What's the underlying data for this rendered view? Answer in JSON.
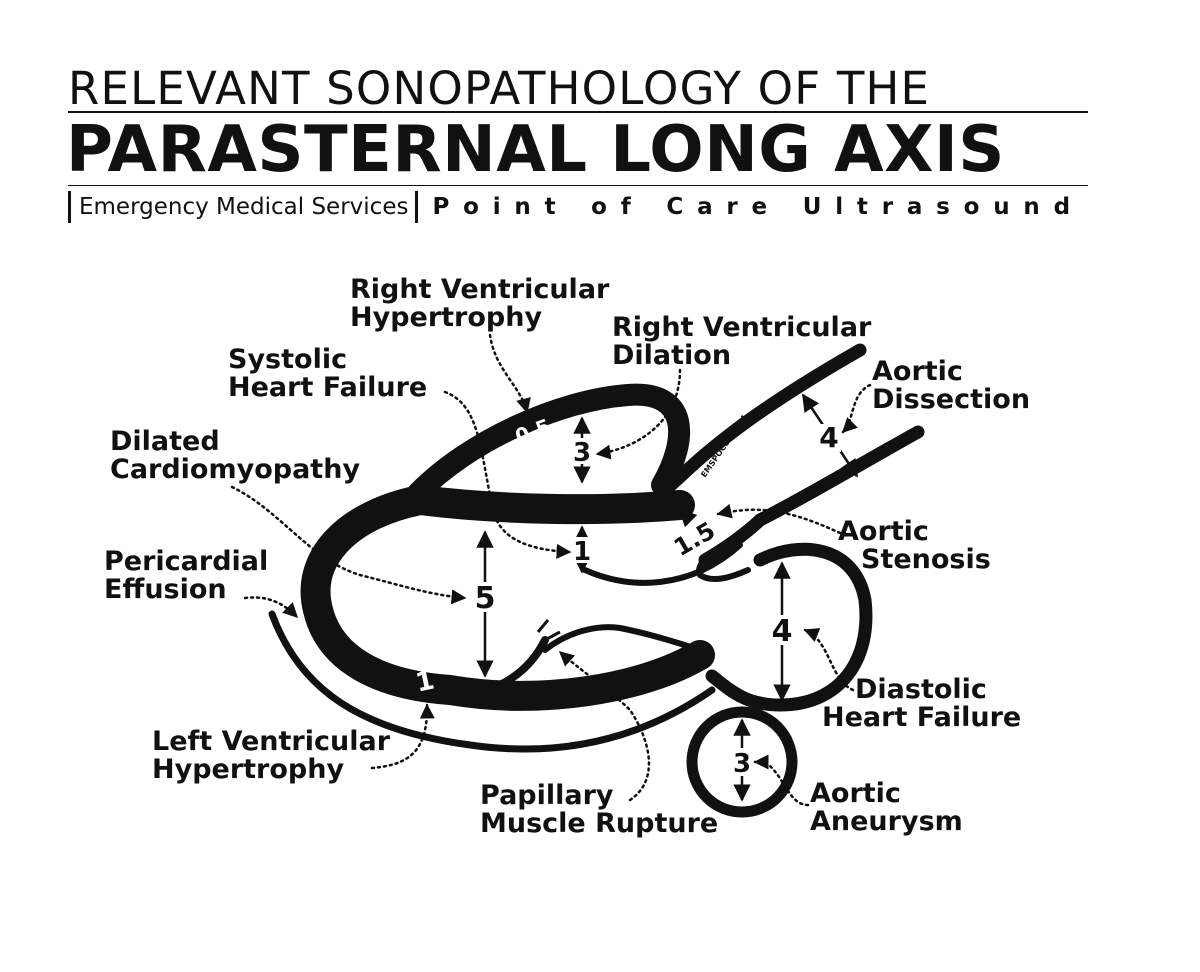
{
  "header": {
    "title_line1": "RELEVANT SONOPATHOLOGY OF THE",
    "title_line2": "PARASTERNAL LONG AXIS",
    "subtitle_left": "Emergency Medical Services",
    "subtitle_right": "Point of Care Ultrasound"
  },
  "labels": {
    "rv_hypertrophy_1": "Right Ventricular",
    "rv_hypertrophy_2": "Hypertrophy",
    "rv_dilation_1": "Right Ventricular",
    "rv_dilation_2": "Dilation",
    "systolic_hf_1": "Systolic",
    "systolic_hf_2": "Heart Failure",
    "aortic_dissection_1": "Aortic",
    "aortic_dissection_2": "Dissection",
    "dilated_cm_1": "Dilated",
    "dilated_cm_2": "Cardiomyopathy",
    "aortic_stenosis_1": "Aortic",
    "aortic_stenosis_2": "Stenosis",
    "pericardial_effusion_1": "Pericardial",
    "pericardial_effusion_2": "Effusion",
    "diastolic_hf_1": "Diastolic",
    "diastolic_hf_2": "Heart Failure",
    "lv_hypertrophy_1": "Left Ventricular",
    "lv_hypertrophy_2": "Hypertrophy",
    "papillary_1": "Papillary",
    "papillary_2": "Muscle Rupture",
    "aortic_aneurysm_1": "Aortic",
    "aortic_aneurysm_2": "Aneurysm"
  },
  "measurements": {
    "rv_wall": "0.5",
    "rv_size": "3",
    "septum": "1",
    "lv_size": "5",
    "lv_wall": "1",
    "aortic_root": "4",
    "aortic_valve": "1.5",
    "la_size": "4",
    "desc_aorta": "3"
  },
  "watermark": "EMSPOCUS.COM"
}
